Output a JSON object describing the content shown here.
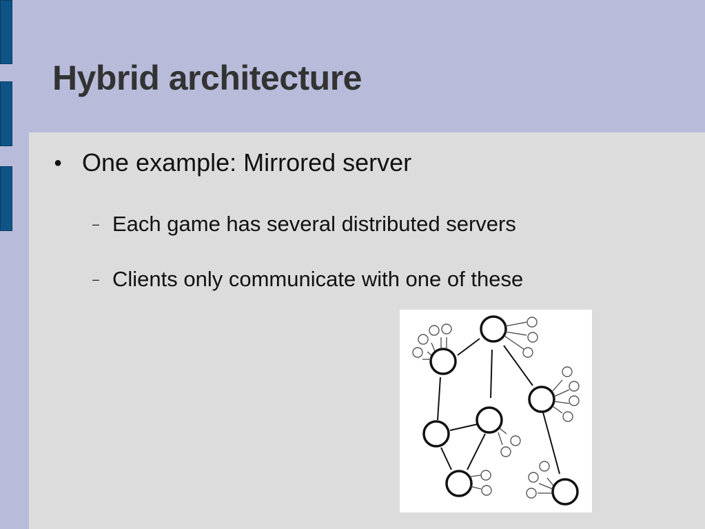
{
  "slide": {
    "title": "Hybrid architecture",
    "bullets": [
      {
        "text": "One example: Mirrored server",
        "subitems": [
          "Each game has several distributed servers",
          "Clients only communicate with one of these"
        ]
      }
    ]
  },
  "colors": {
    "header_background": "#b8bcda",
    "content_background": "#dcdcdc",
    "side_tab": "#0e5486",
    "title_text": "#333333",
    "body_text": "#111111"
  },
  "diagram": {
    "description_icon": "server-network-diagram"
  }
}
